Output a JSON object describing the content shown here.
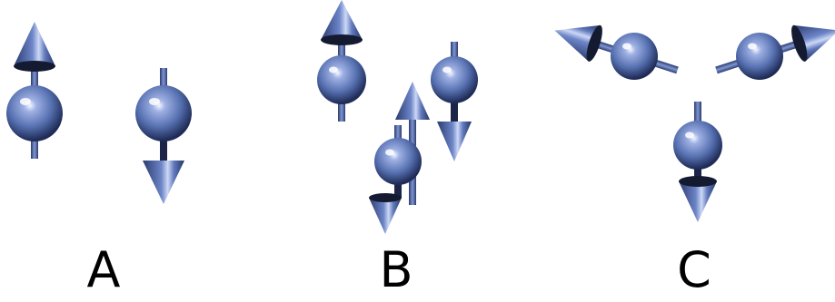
{
  "panels": [
    {
      "label": "A",
      "spins": [
        "up",
        "down"
      ]
    },
    {
      "label": "B",
      "spins": [
        "up",
        "down",
        "up",
        "down"
      ]
    },
    {
      "label": "C",
      "spins": [
        "up-left",
        "up-right",
        "down"
      ]
    }
  ],
  "colors": {
    "sphere_light": "#aebde8",
    "sphere_mid": "#5a72b2",
    "sphere_dark": "#22305c",
    "stick": "#3e548e",
    "background": "#ffffff"
  }
}
